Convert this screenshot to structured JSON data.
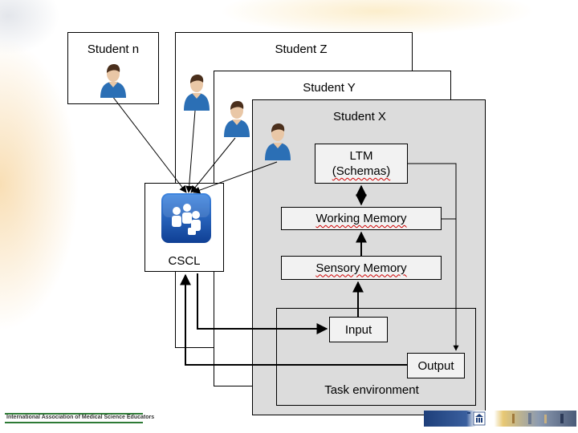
{
  "students": {
    "n": "Student n",
    "z": "Student Z",
    "y": "Student Y",
    "x": "Student X"
  },
  "cscl": {
    "label": "CSCL",
    "icon": "group-app-icon",
    "icon_color": "#1d5bb8"
  },
  "memory": {
    "ltm_line1": "LTM",
    "ltm_line2": "(Schemas)",
    "working": "Working Memory",
    "sensory": "Sensory Memory"
  },
  "task": {
    "input": "Input",
    "output": "Output",
    "environment": "Task environment"
  },
  "footer": {
    "org": "International Association of Medical Science Educators",
    "logo": "ghent-university-logo"
  },
  "colors": {
    "student_x_panel": "#dcdcdc",
    "inner_box": "#f2f2f2",
    "person_shirt": "#2b6fb5",
    "spellcheck": "#d00000"
  }
}
